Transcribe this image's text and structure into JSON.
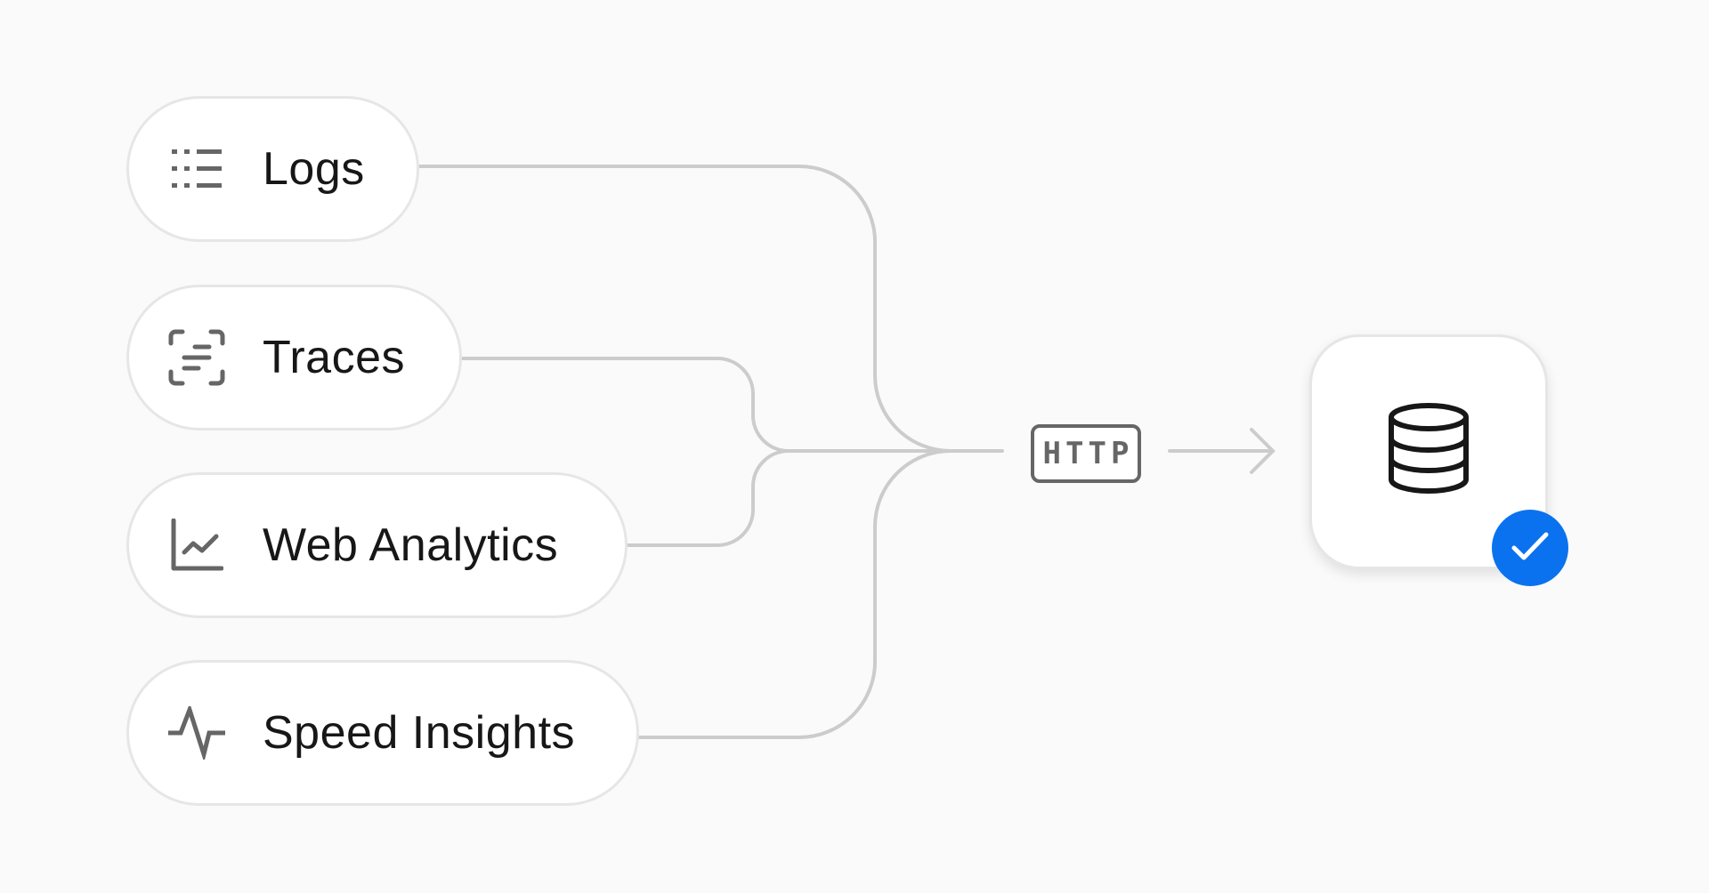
{
  "sources": [
    {
      "id": "logs",
      "label": "Logs",
      "icon": "list-icon"
    },
    {
      "id": "traces",
      "label": "Traces",
      "icon": "traces-scan-icon"
    },
    {
      "id": "web-analytics",
      "label": "Web Analytics",
      "icon": "line-chart-icon"
    },
    {
      "id": "speed-insights",
      "label": "Speed Insights",
      "icon": "pulse-icon"
    }
  ],
  "protocol": {
    "label": "HTTP"
  },
  "destination": {
    "icon": "database-icon",
    "status_icon": "check-icon"
  },
  "colors": {
    "background": "#fafafa",
    "connector": "#cccccc",
    "pill_border": "#e6e6e6",
    "icon": "#666666",
    "text": "#171717",
    "check_badge": "#0a72ef"
  }
}
